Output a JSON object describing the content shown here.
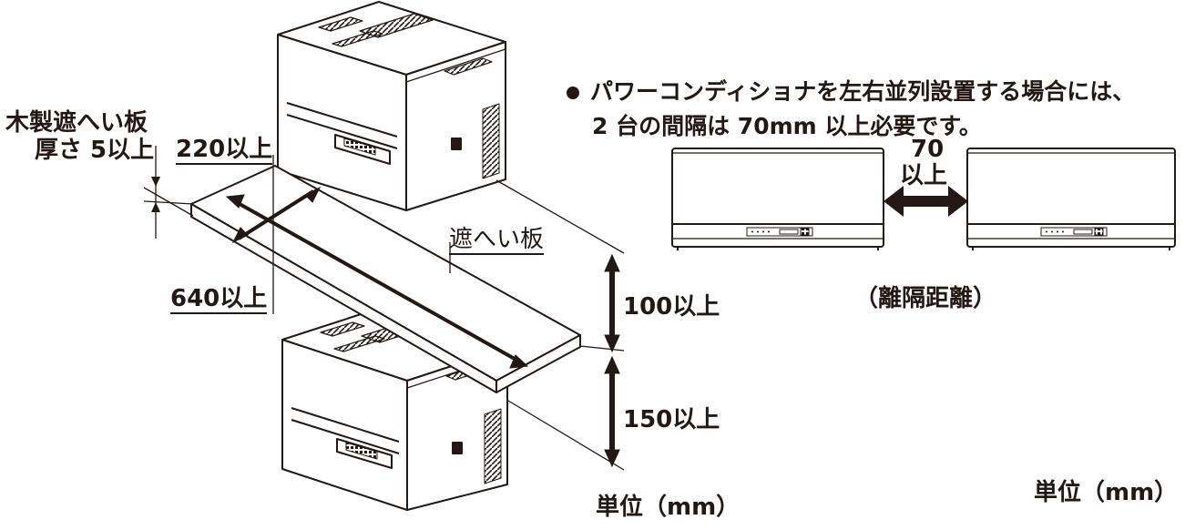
{
  "diagram": {
    "wood_board_label_line1": "木製遮へい板",
    "wood_board_label_line2": "厚さ 5以上",
    "depth_label": "220以上",
    "width_label": "640以上",
    "board_label": "遮へい板",
    "gap_upper_label": "100以上",
    "gap_lower_label": "150以上",
    "unit_label_left": "単位（mm）"
  },
  "note": {
    "line1": "パワーコンディショナを左右並列設置する場合には、",
    "line2": "2 台の間隔は 70mm 以上必要です。"
  },
  "side_by_side": {
    "gap_value": "70",
    "gap_suffix": "以上",
    "caption": "（離隔距離）",
    "unit_label_right": "単位（mm）"
  }
}
